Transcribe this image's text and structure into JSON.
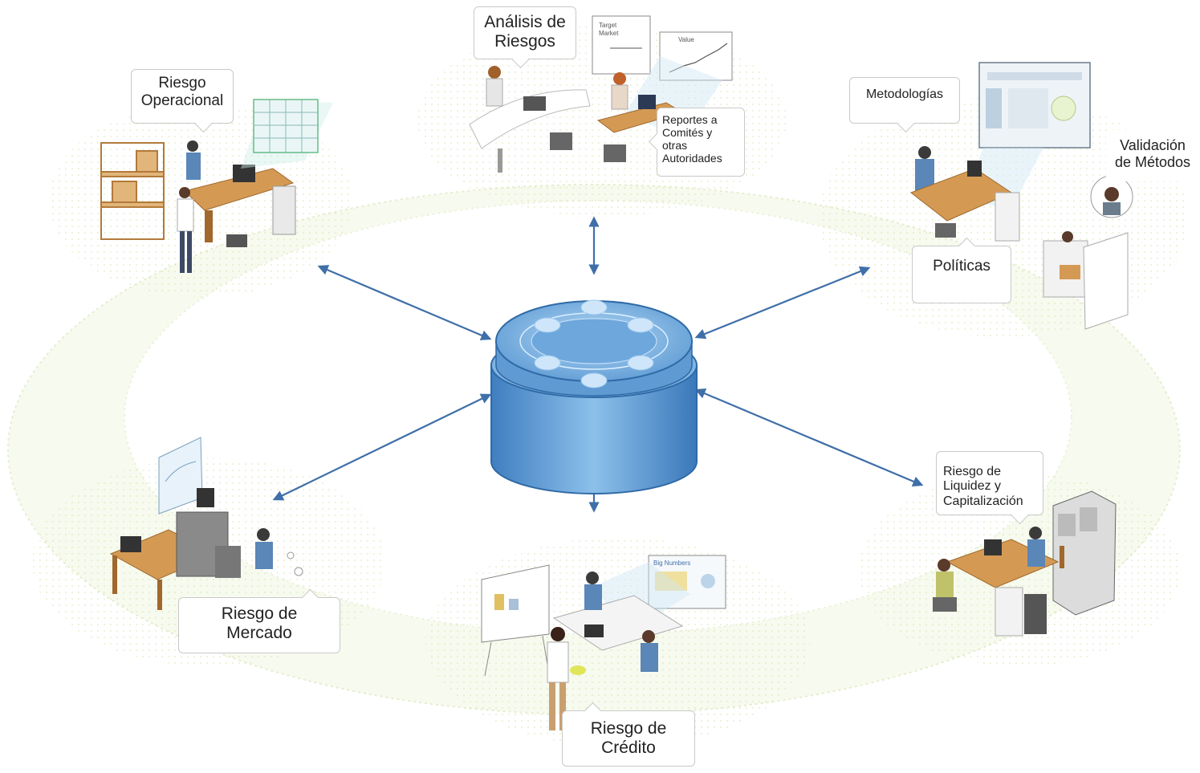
{
  "diagram": {
    "labels": {
      "analisis": "Análisis de\nRiesgos",
      "operacional": "Riesgo\nOperacional",
      "reportes": "Reportes a\nComités y\notras\nAutoridades",
      "metodologias": "Metodologías",
      "validacion": "Validación\nde Métodos",
      "politicas": "Políticas",
      "liquidez": "Riesgo de\nLiquidez y\nCapitalización",
      "mercado": "Riesgo de\nMercado",
      "credito": "Riesgo de\nCrédito"
    },
    "chart_snippets": {
      "target": "Target",
      "market": "Market",
      "value": "Value",
      "big_numbers": "Big Numbers"
    },
    "colors": {
      "arrow": "#3f6fa8",
      "hub_top": "#6fa6d8",
      "hub_side": "#4f8cc8",
      "ground": "#eef5d8",
      "wood": "#d49a54"
    }
  }
}
